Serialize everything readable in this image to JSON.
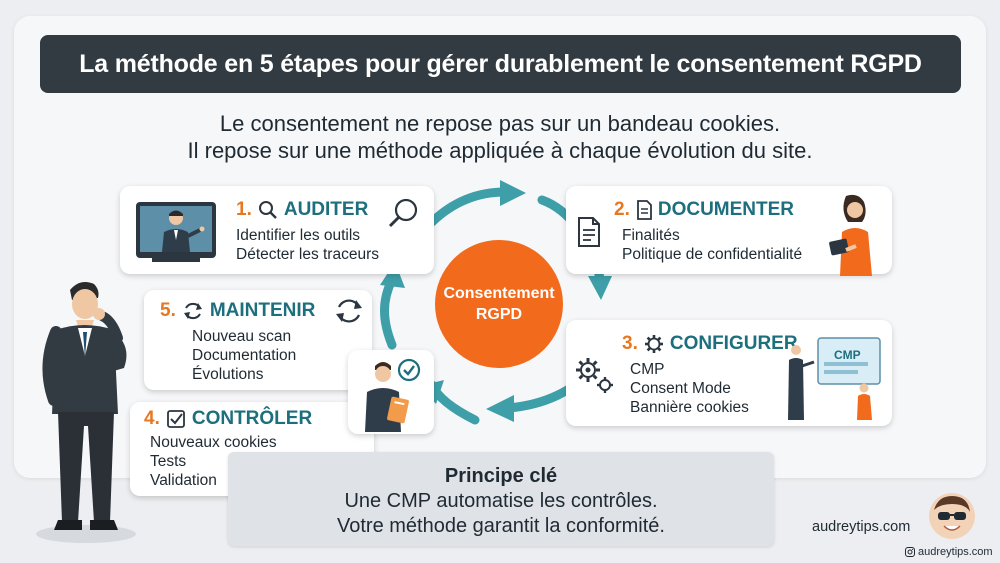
{
  "title": "La méthode en 5 étapes pour gérer durablement le consentement RGPD",
  "subtitle": [
    "Le consentement ne repose pas sur un bandeau cookies.",
    "Il repose sur une méthode appliquée à chaque évolution du site."
  ],
  "center": [
    "Consentement",
    "RGPD"
  ],
  "steps": [
    {
      "number": "1.",
      "name": "AUDITER",
      "lines": [
        "Identifier les outils",
        "Détecter les traceurs"
      ],
      "icon": "magnifier-icon"
    },
    {
      "number": "2.",
      "name": "DOCUMENTER",
      "lines": [
        "Finalités",
        "Politique de confidentialité"
      ],
      "icon": "document-icon"
    },
    {
      "number": "3.",
      "name": "CONFIGURER",
      "lines": [
        "CMP",
        "Consent Mode",
        "Bannière cookies"
      ],
      "icon": "gear-icon"
    },
    {
      "number": "4.",
      "name": "CONTRÔLER",
      "lines": [
        "Nouveaux cookies",
        "Tests",
        "Validation"
      ],
      "icon": "checkbox-icon"
    },
    {
      "number": "5.",
      "name": "MAINTENIR",
      "lines": [
        "Nouveau scan",
        "Documentation",
        "Évolutions"
      ],
      "icon": "refresh-icon"
    }
  ],
  "screen_label": "CMP",
  "principle": {
    "title": "Principe clé",
    "lines": [
      "Une CMP automatise les contrôles.",
      "Votre méthode garantit la conformité."
    ]
  },
  "footer": {
    "site": "audreytips.com",
    "instagram": "audreytips.com"
  },
  "colors": {
    "accent": "#f26a1b",
    "teal": "#1d6f7e",
    "arrow": "#3e9fa9",
    "title_bg": "#333b42"
  }
}
